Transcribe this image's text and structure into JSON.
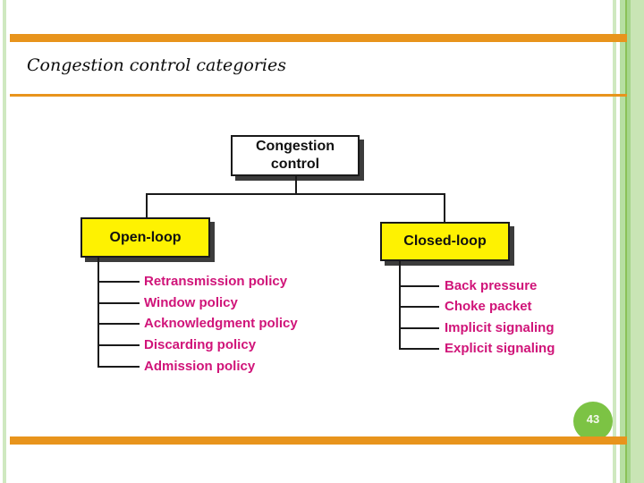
{
  "slide": {
    "title": "Congestion control categories",
    "page_number": "43"
  },
  "colors": {
    "accent_orange": "#e8941c",
    "badge_green": "#7cc344",
    "leaf_magenta": "#d01479",
    "box_yellow": "#fef201",
    "box_white": "#ffffff",
    "edge_stripe_pale_green": "#cfe8c0",
    "edge_stripe_light_green": "#b7dfa2",
    "edge_stripe_dark_green": "#8bc157",
    "line_black": "#1a1a1a"
  },
  "diagram": {
    "root_label": "Congestion control",
    "branches": [
      {
        "label": "Open-loop",
        "items": [
          "Retransmission policy",
          "Window policy",
          "Acknowledgment policy",
          "Discarding policy",
          "Admission policy"
        ]
      },
      {
        "label": "Closed-loop",
        "items": [
          "Back pressure",
          "Choke packet",
          "Implicit signaling",
          "Explicit signaling"
        ]
      }
    ]
  }
}
